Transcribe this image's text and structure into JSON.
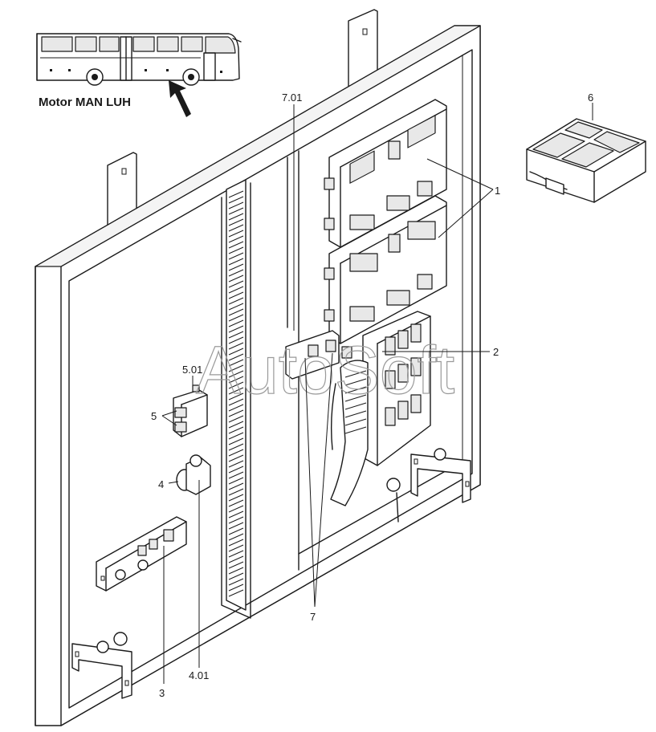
{
  "caption": "Motor MAN LUH",
  "watermark": "AutoSoft",
  "callouts": {
    "c1": "1",
    "c2": "2",
    "c3": "3",
    "c4": "4",
    "c4_01": "4.01",
    "c5": "5",
    "c5_01": "5.01",
    "c6": "6",
    "c7": "7",
    "c7_01": "7.01"
  }
}
